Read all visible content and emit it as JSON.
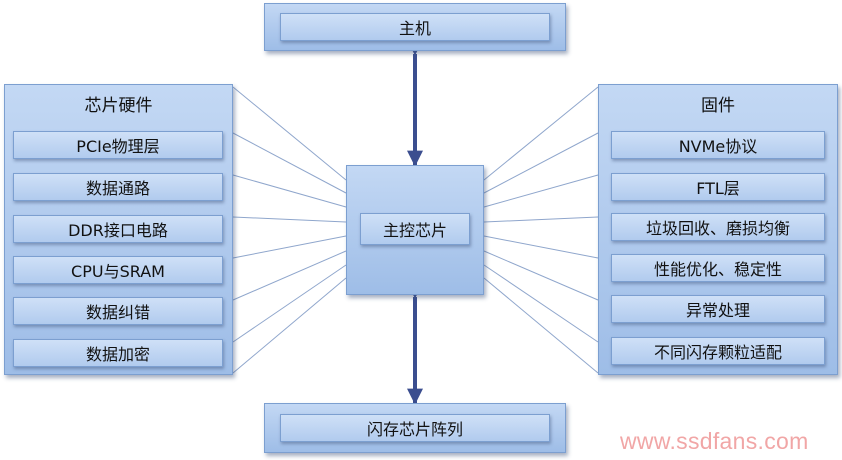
{
  "host": {
    "label": "主机"
  },
  "controller": {
    "label": "主控芯片"
  },
  "flash": {
    "label": "闪存芯片阵列"
  },
  "hardware": {
    "title": "芯片硬件",
    "items": [
      "PCIe物理层",
      "数据通路",
      "DDR接口电路",
      "CPU与SRAM",
      "数据纠错",
      "数据加密"
    ]
  },
  "firmware": {
    "title": "固件",
    "items": [
      "NVMe协议",
      "FTL层",
      "垃圾回收、磨损均衡",
      "性能优化、稳定性",
      "异常处理",
      "不同闪存颗粒适配"
    ]
  },
  "watermark": "www.ssdfans.com",
  "colors": {
    "box_fill": "#bcd3f1",
    "border": "#7c9fd0",
    "arrow": "#3b4e8f",
    "watermark": "#f1a6a6"
  }
}
